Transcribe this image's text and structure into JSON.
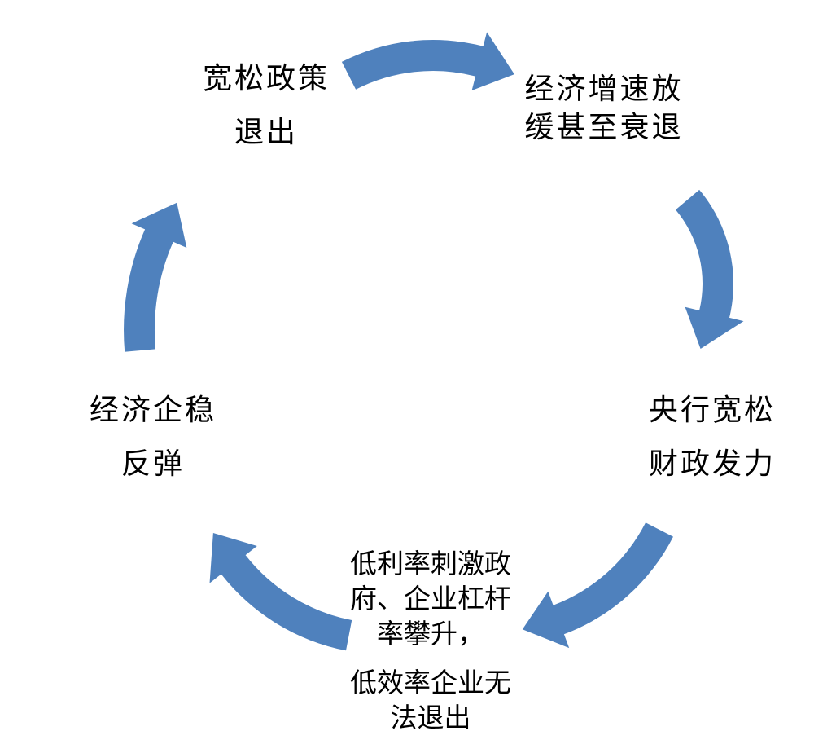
{
  "diagram": {
    "type": "cycle",
    "background": "#ffffff",
    "arrow_color": "#4f81bd",
    "nodes": {
      "top_left": {
        "lines": [
          "宽松政策",
          "退出"
        ]
      },
      "top_right": {
        "lines": [
          "经济增速放",
          "缓甚至衰退"
        ]
      },
      "right": {
        "lines": [
          "央行宽松",
          "财政发力"
        ]
      },
      "bottom": {
        "para1": [
          "低利率刺激政",
          "府、企业杠杆",
          "率攀升，"
        ],
        "para2": [
          "低效率企业无",
          "法退出"
        ]
      },
      "left": {
        "lines": [
          "经济企稳",
          "反弹"
        ]
      }
    },
    "arrows": [
      {
        "name": "arrow-top",
        "from": "宽松政策退出",
        "to": "经济增速放缓甚至衰退"
      },
      {
        "name": "arrow-right",
        "from": "经济增速放缓甚至衰退",
        "to": "央行宽松财政发力"
      },
      {
        "name": "arrow-bottom-right",
        "from": "央行宽松财政发力",
        "to": "低利率刺激政府、企业杠杆率攀升，低效率企业无法退出"
      },
      {
        "name": "arrow-bottom-left",
        "from": "低利率刺激政府、企业杠杆率攀升，低效率企业无法退出",
        "to": "经济企稳反弹"
      },
      {
        "name": "arrow-left",
        "from": "经济企稳反弹",
        "to": "宽松政策退出"
      }
    ]
  }
}
